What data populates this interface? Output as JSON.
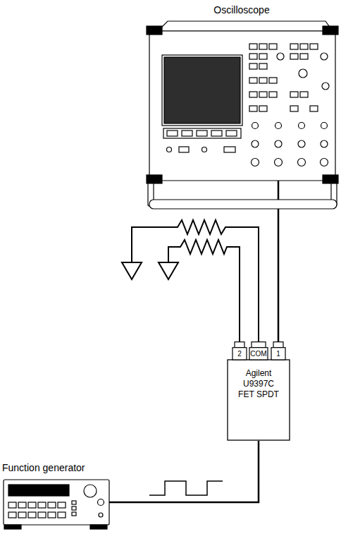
{
  "diagram": {
    "nodes": [
      {
        "text": [
          "Oscilloscope"
        ]
      },
      {
        "text": [
          "Agilent U9397C FET SPDT"
        ]
      },
      {
        "text": [
          "Function generator"
        ]
      }
    ],
    "edges": [
      {
        "from": 0,
        "to": 1,
        "arrow": "none"
      },
      {
        "from": 2,
        "to": 1,
        "arrow": "none"
      }
    ],
    "labels": [
      "2",
      "COM",
      "1"
    ]
  }
}
